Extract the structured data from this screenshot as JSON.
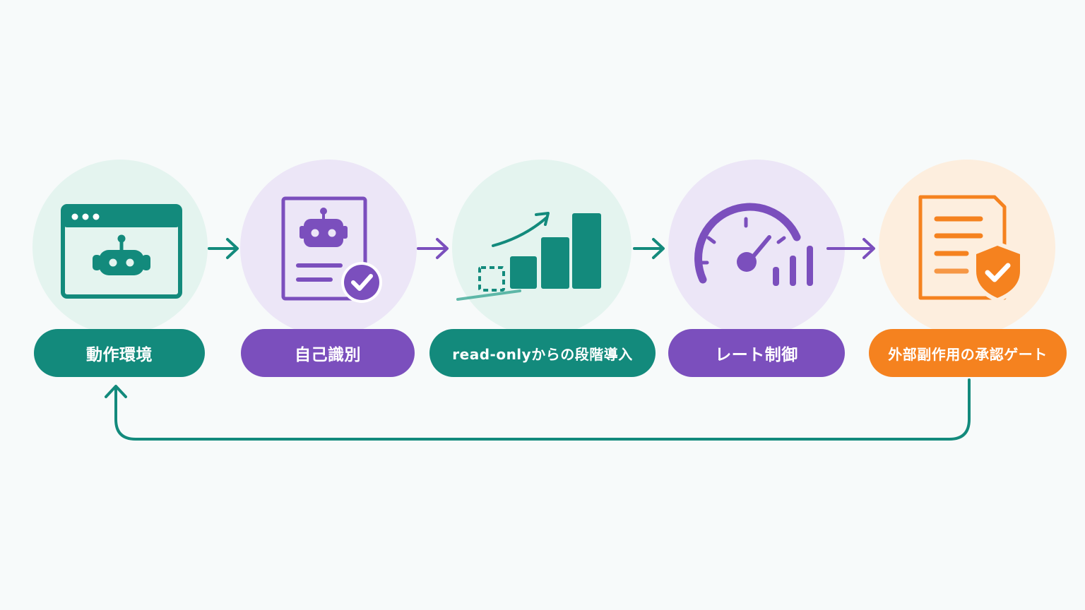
{
  "steps": [
    {
      "label": "動作環境",
      "color": "#138a7c",
      "bg": "#e4f4ef",
      "icon": "browser-robot-icon"
    },
    {
      "label": "自己識別",
      "color": "#7b4fbd",
      "bg": "#ece6f7",
      "icon": "robot-document-check-icon"
    },
    {
      "label": "read-onlyからの段階導入",
      "color": "#138a7c",
      "bg": "#e4f4ef",
      "icon": "growth-bars-icon"
    },
    {
      "label": "レート制御",
      "color": "#7b4fbd",
      "bg": "#ece6f7",
      "icon": "speedometer-icon"
    },
    {
      "label": "外部副作用の承認ゲート",
      "color": "#f5821f",
      "bg": "#fdeede",
      "icon": "document-shield-check-icon"
    }
  ],
  "colors": {
    "teal": "#138a7c",
    "purple": "#7b4fbd",
    "orange": "#f5821f",
    "background": "#f7fafa"
  }
}
